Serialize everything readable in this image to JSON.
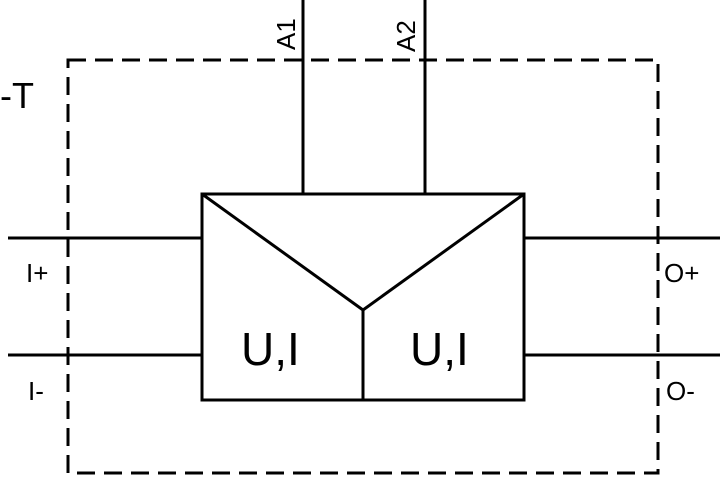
{
  "component_designation": "-T",
  "terminals": {
    "aux_1": "A1",
    "aux_2": "A2",
    "input_plus": "I+",
    "input_minus": "I-",
    "output_plus": "O+",
    "output_minus": "O-"
  },
  "converter": {
    "left_section_label": "U,I",
    "right_section_label": "U,I"
  }
}
